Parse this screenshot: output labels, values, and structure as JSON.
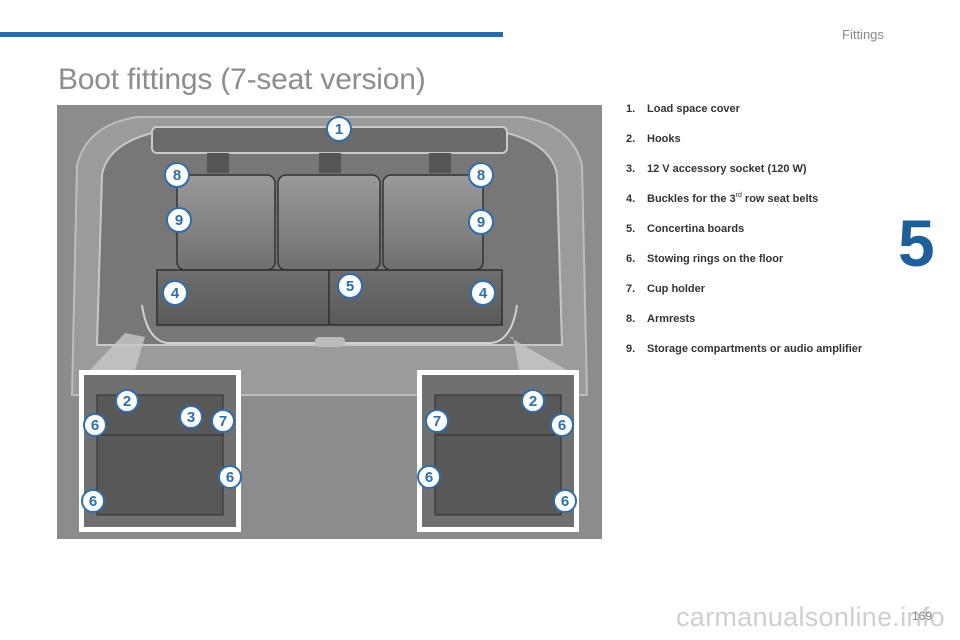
{
  "header": {
    "section": "Fittings"
  },
  "page": {
    "title": "Boot fittings (7-seat version)",
    "chapter": "5",
    "number": "169"
  },
  "legend": [
    {
      "num": "1.",
      "text": "Load space cover"
    },
    {
      "num": "2.",
      "text": "Hooks"
    },
    {
      "num": "3.",
      "text": "12 V accessory socket (120 W)"
    },
    {
      "num": "4.",
      "pre": "Buckles for the 3",
      "sup": "rd",
      "post": " row seat belts"
    },
    {
      "num": "5.",
      "text": "Concertina boards"
    },
    {
      "num": "6.",
      "text": "Stowing rings on the floor"
    },
    {
      "num": "7.",
      "text": "Cup holder"
    },
    {
      "num": "8.",
      "text": "Armrests"
    },
    {
      "num": "9.",
      "text": "Storage compartments or audio amplifier"
    }
  ],
  "callouts": {
    "main": [
      "1",
      "8",
      "8",
      "9",
      "9",
      "4",
      "5",
      "4"
    ],
    "left_inset": [
      "2",
      "6",
      "3",
      "7",
      "6",
      "6"
    ],
    "right_inset": [
      "7",
      "2",
      "6",
      "6",
      "6"
    ]
  },
  "watermark": "carmanualsonline.info"
}
